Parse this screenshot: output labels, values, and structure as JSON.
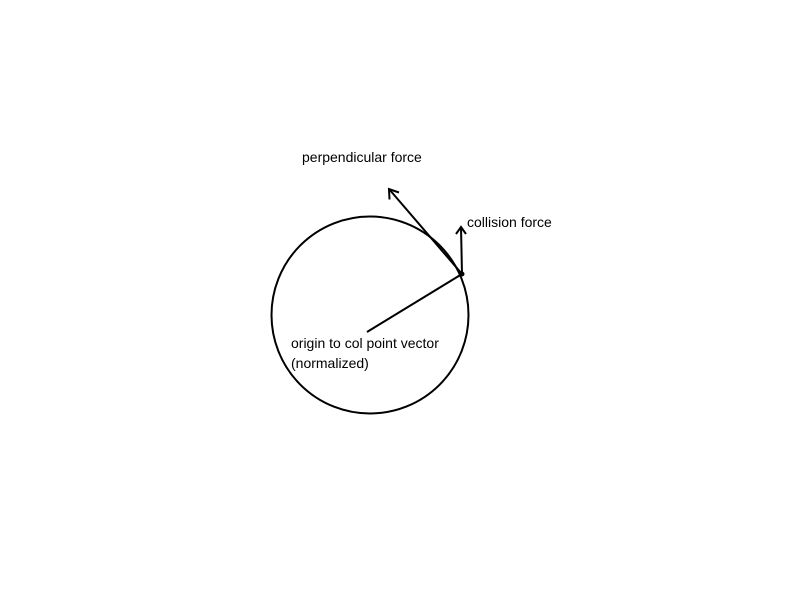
{
  "diagram": {
    "labels": {
      "perpendicular_force": "perpendicular force",
      "collision_force": "collision force",
      "origin_vector_line1": "origin to col point vector",
      "origin_vector_line2": "(normalized)"
    },
    "colors": {
      "stroke": "#000000",
      "background": "#ffffff"
    }
  }
}
